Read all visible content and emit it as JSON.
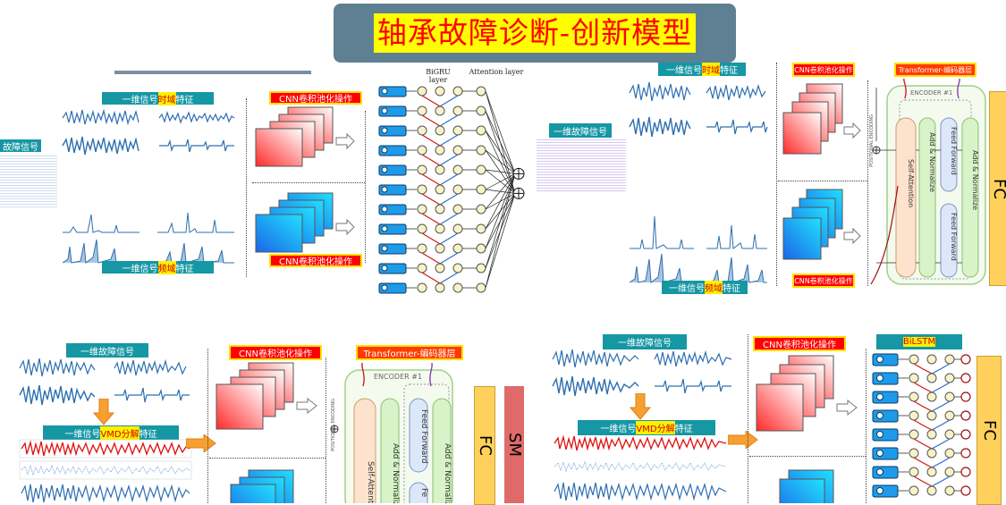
{
  "title": "轴承故障诊断-创新模型",
  "panel1": {
    "signal_label": "故障信号",
    "time_label_pre": "一维信号",
    "time_label_hl": "时域",
    "time_label_post": "特征",
    "freq_label_pre": "一维信号",
    "freq_label_hl": "频域",
    "freq_label_post": "特征",
    "cnn_top": "CNN卷积池化操作",
    "cnn_bottom": "CNN卷积池化操作",
    "bigru_label": "BiGRU layer",
    "attention_label": "Attention layer"
  },
  "panel2": {
    "signal_label": "一维故障信号",
    "time_label_pre": "一维信号",
    "time_label_hl": "时域",
    "time_label_post": "特征",
    "freq_label_pre": "一维信号",
    "freq_label_hl": "频域",
    "freq_label_post": "特征",
    "cnn_top": "CNN卷积池化操作",
    "cnn_bottom": "CNN卷积池化操作",
    "transformer_label": "Transformer-编码器层",
    "encoder": "ENCODER #1",
    "self_attention": "Self-Attention",
    "add_norm_1": "Add & Normalize",
    "ff_1": "Feed Forward",
    "ff_2": "Feed Forward",
    "add_norm_2": "Add & Normalize",
    "pos_enc": "POSITIONAL ENCODING",
    "fc": "FC"
  },
  "panel3": {
    "signal_label": "一维故障信号",
    "vmd_pre": "一维信号",
    "vmd_hl": "VMD分解",
    "vmd_post": "特征",
    "cnn_top": "CNN卷积池化操作",
    "transformer_label": "Transformer-编码器层",
    "encoder": "ENCODER #1",
    "self_attention": "Self-Attention",
    "add_norm_1": "Add & Normalize",
    "ff_1": "Feed Forward",
    "ff_2": "Fe",
    "add_norm_2": "Add & Normalize",
    "pos_enc": "POSITIONAL ENCODING",
    "fc": "FC",
    "sm": "SM"
  },
  "panel4": {
    "signal_label": "一维故障信号",
    "vmd_pre": "一维信号",
    "vmd_hl": "VMD分解",
    "vmd_post": "特征",
    "cnn_top": "CNN卷积池化操作",
    "bilstm_label": "BiLSTM",
    "fc": "FC"
  },
  "colors": {
    "title_bg": "#5f7f93",
    "title_highlight": "#ffff00",
    "title_text": "#ff0000",
    "label_bg": "#1597a4",
    "fc_fill": "#ffd15c",
    "sm_fill": "#e06a6a",
    "waveform": "#2e6fb0",
    "vmd_red": "#e01010"
  }
}
